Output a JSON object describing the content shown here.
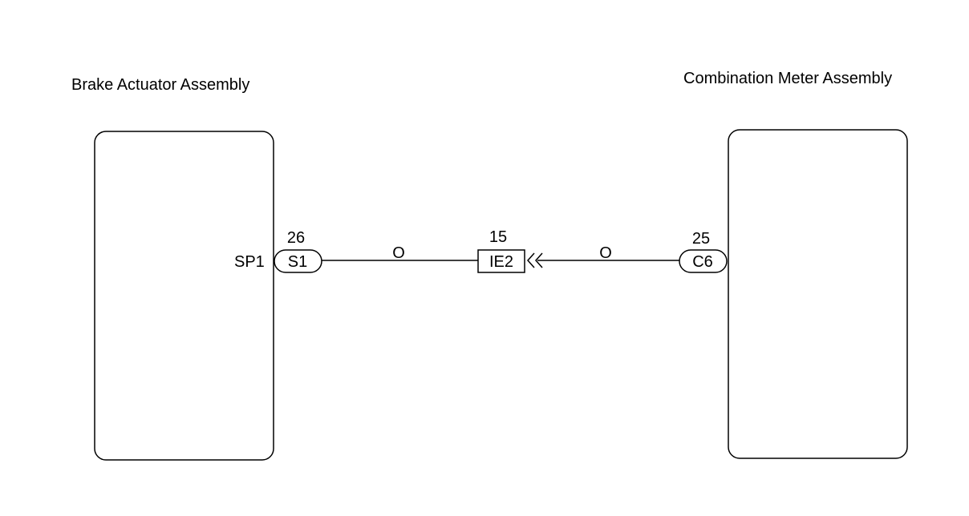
{
  "components": {
    "left": {
      "title": "Brake Actuator Assembly"
    },
    "right": {
      "title": "Combination Meter Assembly"
    }
  },
  "connections": {
    "left_terminal": {
      "label": "SP1",
      "connector": "S1",
      "pin": "26"
    },
    "junction": {
      "connector": "IE2",
      "pin": "15"
    },
    "right_terminal": {
      "connector": "C6",
      "pin": "25"
    }
  },
  "wires": {
    "left_color": "O",
    "right_color": "O"
  },
  "colors": {
    "line": "#000000",
    "background": "#ffffff"
  }
}
